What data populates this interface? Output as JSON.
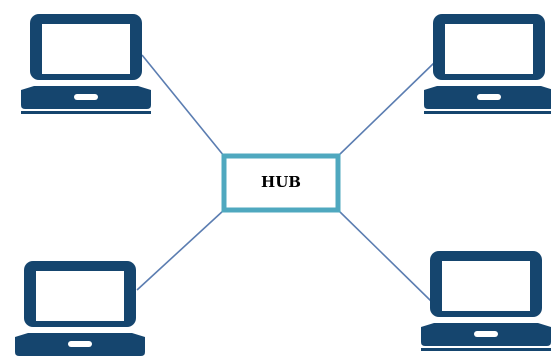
{
  "diagram": {
    "hub": {
      "label": "HUB",
      "border_color": "#4FA8BF",
      "fill_color": "#FFFFFF",
      "text_color": "#000000"
    },
    "connections": {
      "line_color": "#5B7DB1",
      "count": 4
    },
    "laptops": [
      {
        "name": "laptop-top-left",
        "icon": "laptop-icon"
      },
      {
        "name": "laptop-top-right",
        "icon": "laptop-icon"
      },
      {
        "name": "laptop-bottom-left",
        "icon": "laptop-icon"
      },
      {
        "name": "laptop-bottom-right",
        "icon": "laptop-icon"
      }
    ],
    "laptop_color": "#15456E"
  }
}
